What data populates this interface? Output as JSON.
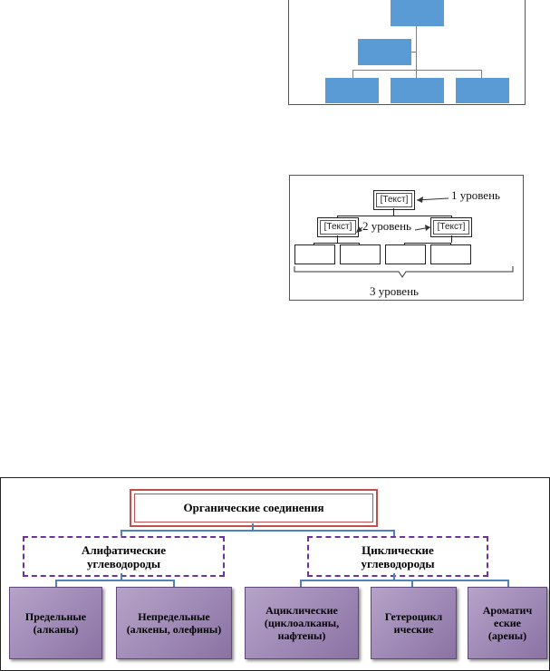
{
  "figure1": {
    "boxes": [
      "",
      "",
      "",
      "",
      ""
    ]
  },
  "figure2": {
    "nodes": {
      "top": "[Текст]",
      "left": "[Текст]",
      "right": "[Текст]"
    },
    "labels": {
      "level1": "1 уровень",
      "level2": "2 уровень",
      "level3": "3 уровень"
    }
  },
  "figure3": {
    "root": "Органические соединения",
    "groups": [
      {
        "label": "Алифатические углеводороды",
        "children": [
          "Предельные (алканы)",
          "Непредельные (алкены, олефины)"
        ]
      },
      {
        "label": "Циклические углеводороды",
        "children": [
          "Ациклические (циклоалканы, нафтены)",
          "Гетероцикл ические",
          "Ароматич еские (арены)"
        ]
      }
    ],
    "colors": {
      "root_border": "#c0504d",
      "group_border": "#7030a0",
      "leaf_fill": "#9e88b5",
      "connector": "#4f81bd"
    }
  }
}
